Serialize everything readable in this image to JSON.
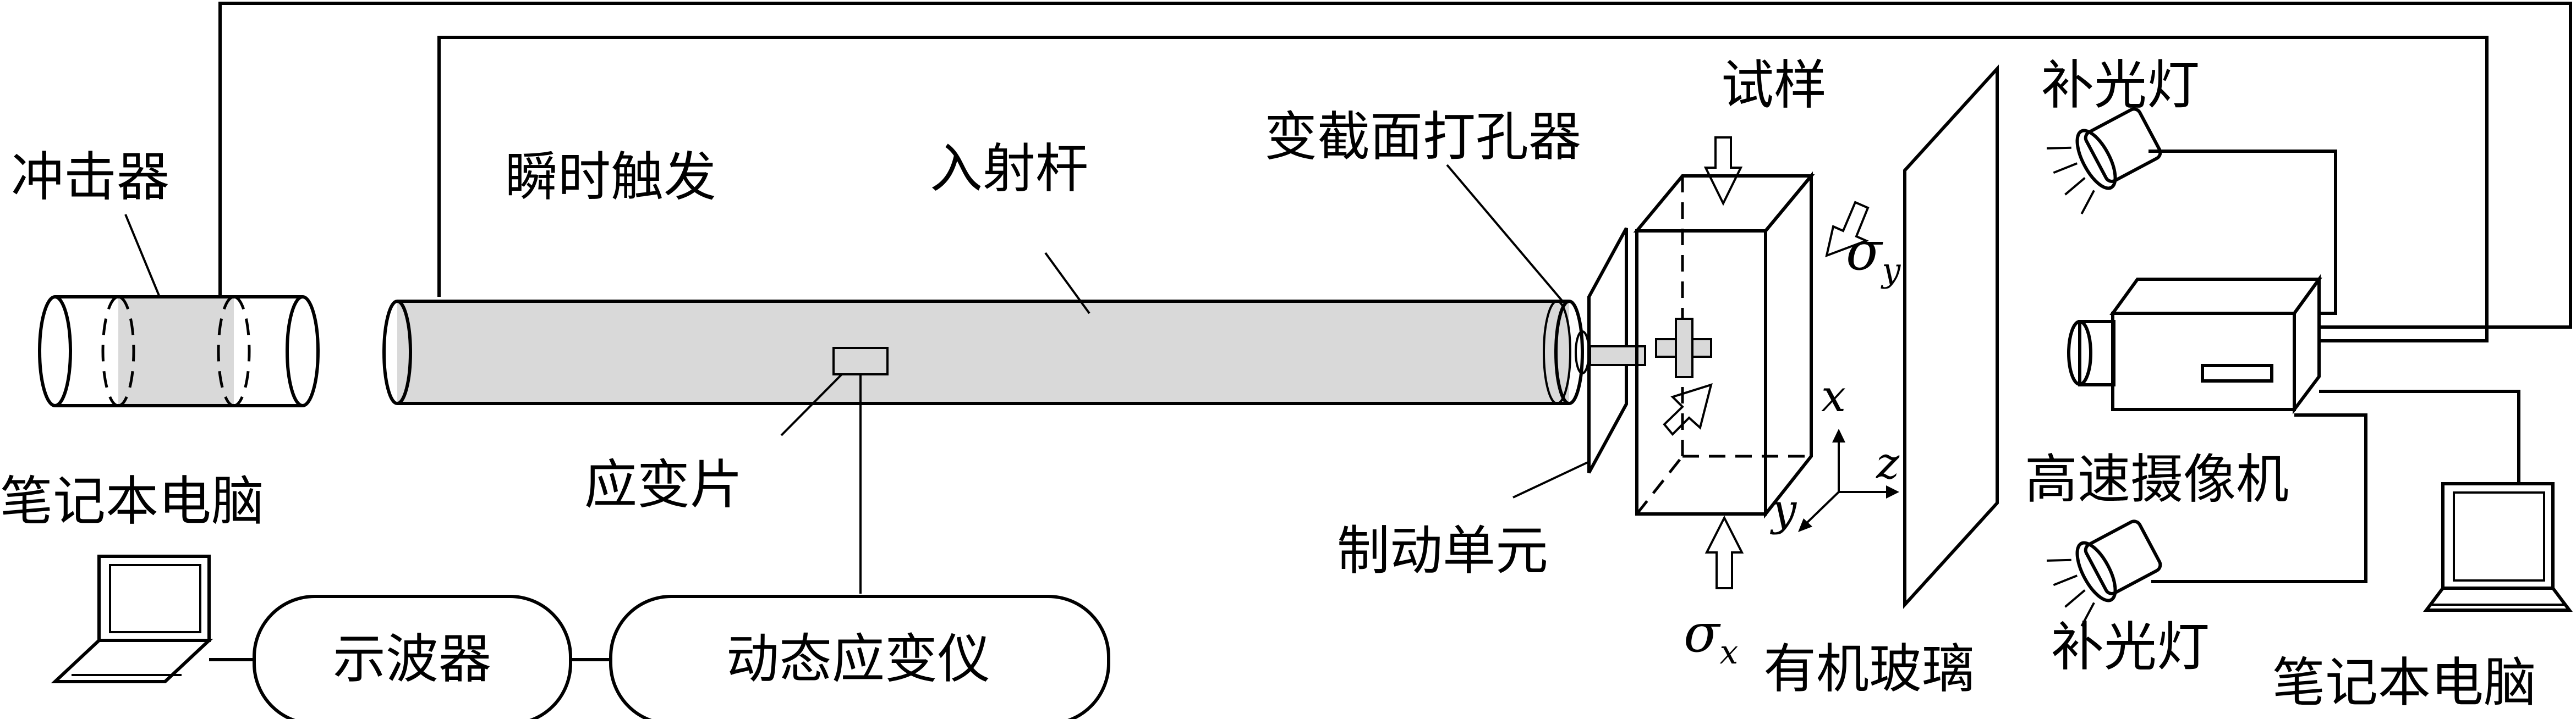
{
  "labels": {
    "impactor": "冲击器",
    "instant_trigger": "瞬时触发",
    "incident_bar": "入射杆",
    "variable_section_punch": "变截面打孔器",
    "specimen": "试样",
    "fill_light_top": "补光灯",
    "fill_light_bottom": "补光灯",
    "laptop_left": "笔记本电脑",
    "laptop_right": "笔记本电脑",
    "strain_gauge": "应变片",
    "brake_unit": "制动单元",
    "high_speed_camera": "高速摄像机",
    "oscilloscope": "示波器",
    "dynamic_strain_meter": "动态应变仪",
    "plexiglass": "有机玻璃"
  },
  "symbols": {
    "sigma": "σ",
    "sub_y": "y",
    "sub_x": "x",
    "axis_x": "x",
    "axis_y": "y",
    "axis_z": "z"
  },
  "colors": {
    "bar_fill": "#d9d9d9",
    "line": "#000000",
    "background": "#ffffff",
    "screen_fill": "#ffffff",
    "laptop_fill": "#c8c8c8"
  },
  "icons": [
    "laptop-icon",
    "lamp-icon",
    "camera-icon",
    "arrow-icon"
  ]
}
